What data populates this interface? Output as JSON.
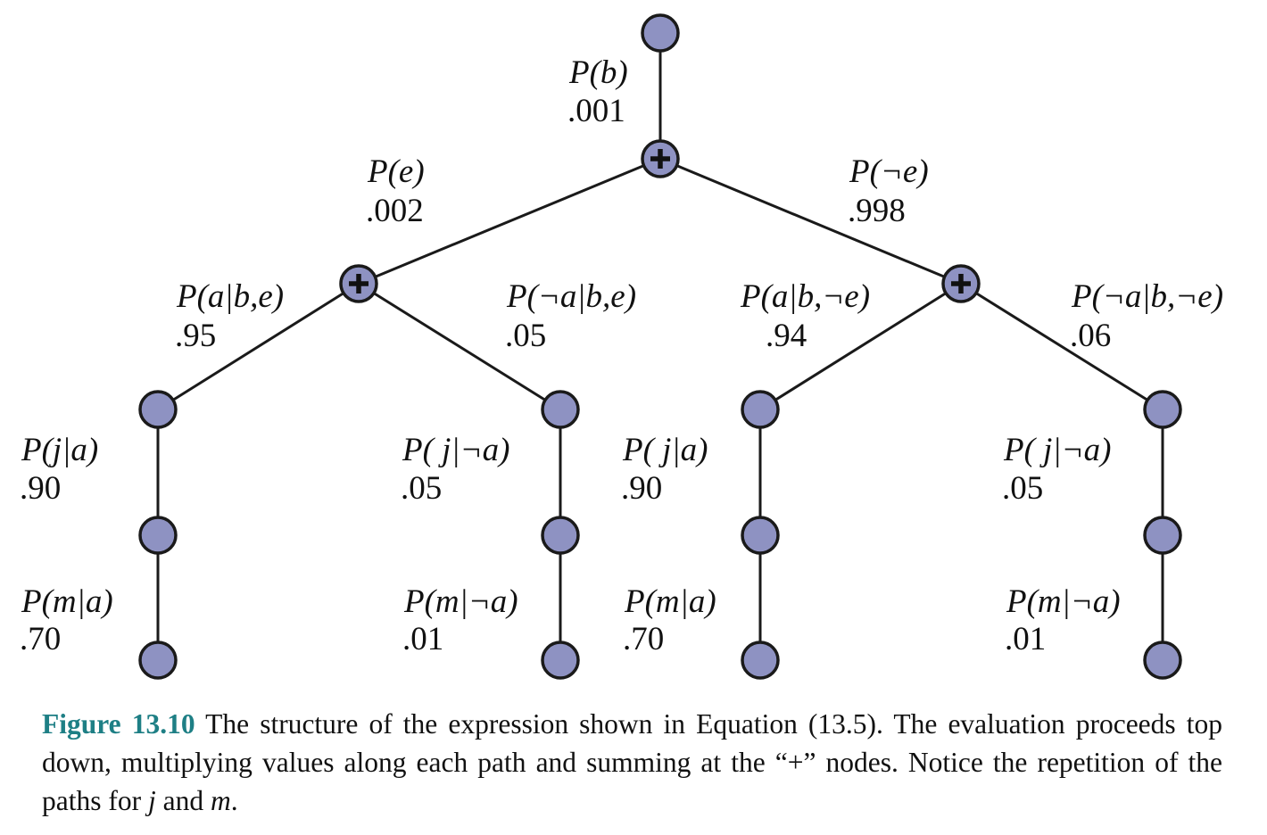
{
  "tree": {
    "edges": [
      {
        "id": "root-to-b-sum",
        "label": "P(b)",
        "value": ".001"
      },
      {
        "id": "b-sum-to-e-sum",
        "label": "P(e)",
        "value": ".002"
      },
      {
        "id": "b-sum-to-not-e-sum",
        "label": "P(¬e)",
        "value": ".998"
      },
      {
        "id": "e-sum-to-a",
        "label": "P(a|b,e)",
        "value": ".95"
      },
      {
        "id": "e-sum-to-not-a",
        "label": "P(¬a|b,e)",
        "value": ".05"
      },
      {
        "id": "not-e-sum-to-a",
        "label": "P(a|b,¬e)",
        "value": ".94"
      },
      {
        "id": "not-e-sum-to-not-a",
        "label": "P(¬a|b,¬e)",
        "value": ".06"
      },
      {
        "id": "path1-j",
        "label": "P(j|a)",
        "value": ".90"
      },
      {
        "id": "path1-m",
        "label": "P(m|a)",
        "value": ".70"
      },
      {
        "id": "path2-j",
        "label": "P( j|¬a)",
        "value": ".05"
      },
      {
        "id": "path2-m",
        "label": "P(m|¬a)",
        "value": ".01"
      },
      {
        "id": "path3-j",
        "label": "P( j|a)",
        "value": ".90"
      },
      {
        "id": "path3-m",
        "label": "P(m|a)",
        "value": ".70"
      },
      {
        "id": "path4-j",
        "label": "P( j|¬a)",
        "value": ".05"
      },
      {
        "id": "path4-m",
        "label": "P(m|¬a)",
        "value": ".01"
      }
    ],
    "colors": {
      "node_fill": "#8e92c2",
      "stroke": "#1a1a1a"
    }
  },
  "caption": {
    "figure_number": "Figure 13.10",
    "text_1": " The structure of the expression shown in Equation (13.5).  The evaluation proceeds top down, multiplying values along each path and summing at the “+” nodes. Notice the repetition of the paths for ",
    "var_j": "j",
    "text_2": " and ",
    "var_m": "m",
    "text_3": ".",
    "color": "#1e7f85"
  }
}
